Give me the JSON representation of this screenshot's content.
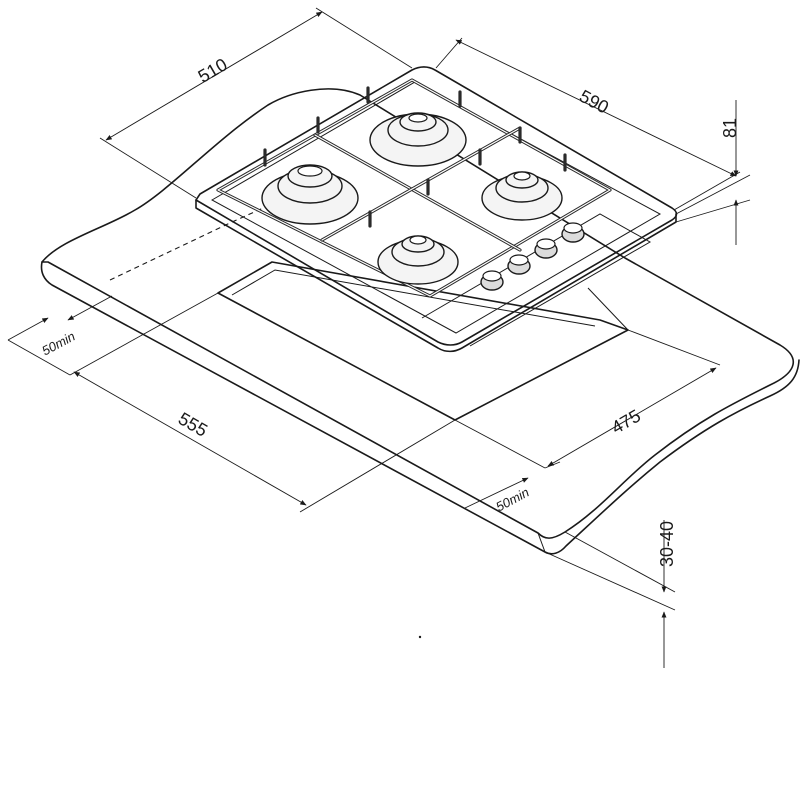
{
  "dimensions": {
    "hob_depth": "510",
    "hob_width": "590",
    "hob_height": "81",
    "cutout_width": "555",
    "cutout_depth": "475",
    "front_clearance": "50min",
    "side_clearance": "50min",
    "worktop_thickness": "30-40"
  },
  "burners": [
    {
      "name": "rear-left"
    },
    {
      "name": "rear-right"
    },
    {
      "name": "front-left"
    },
    {
      "name": "front-right"
    }
  ],
  "knob_count": 4
}
